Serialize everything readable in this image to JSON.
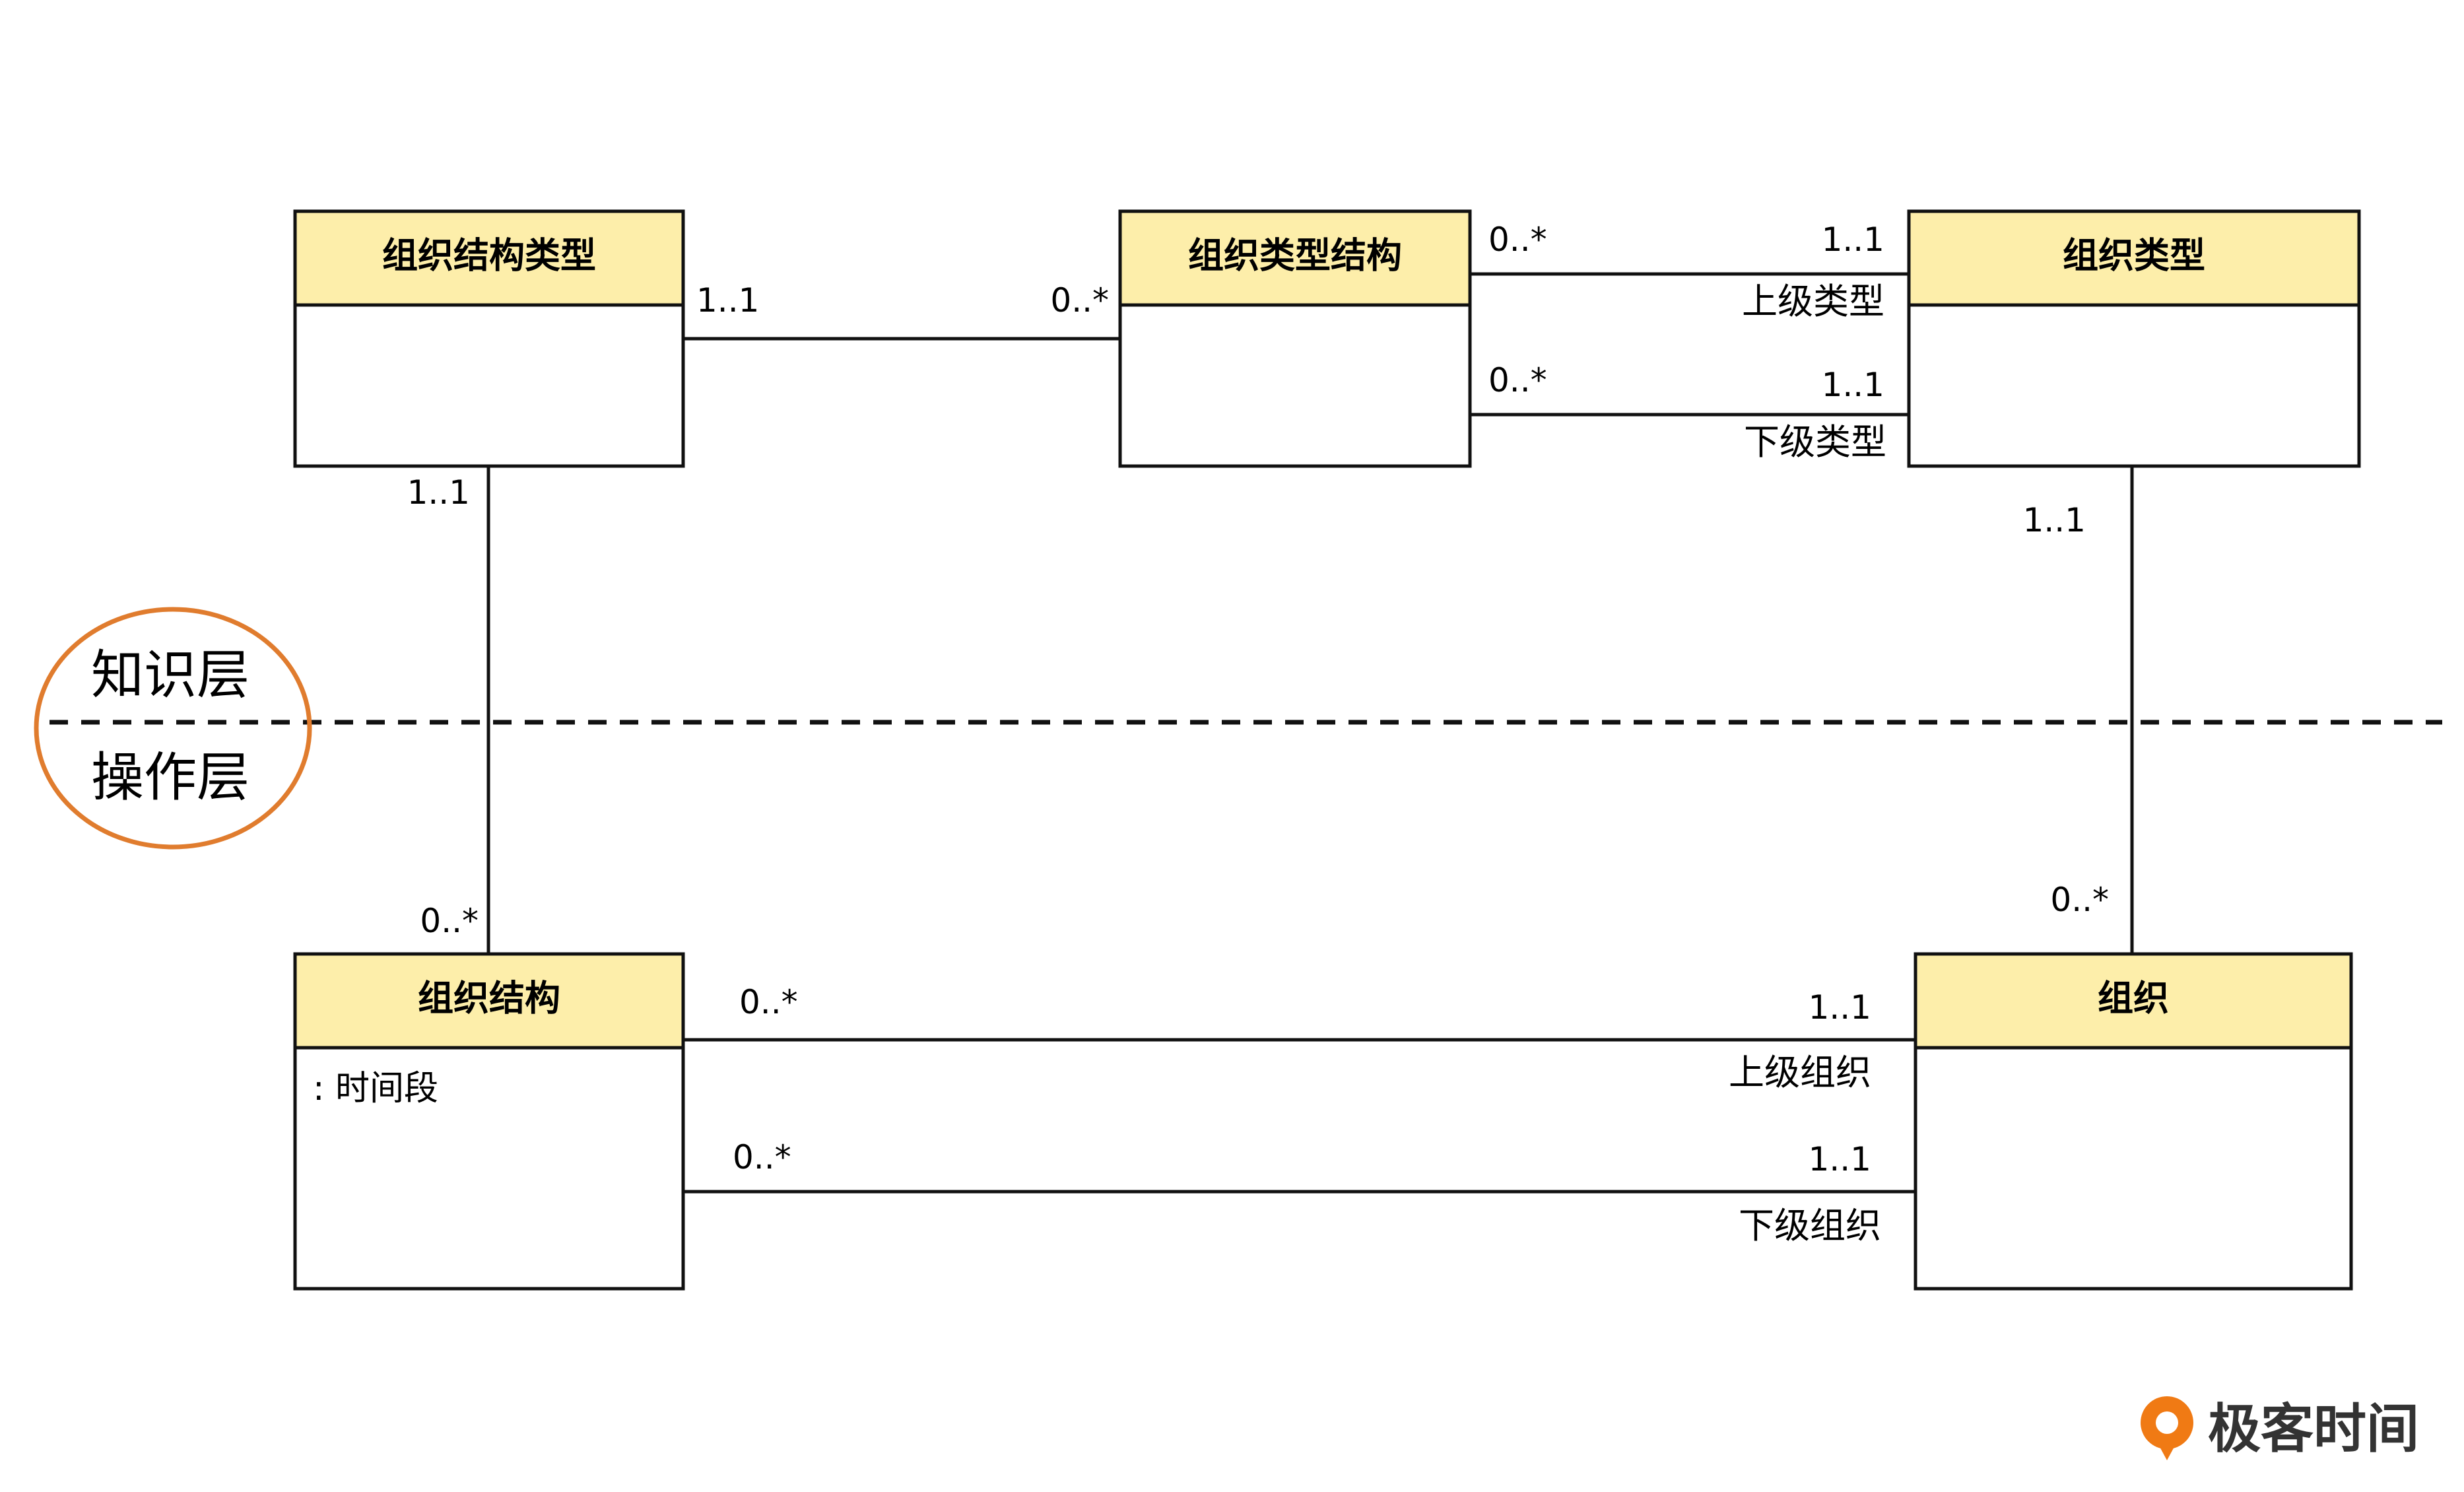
{
  "classes": {
    "org_structure_type": {
      "name": "组织结构类型"
    },
    "org_type_structure": {
      "name": "组织类型结构"
    },
    "org_type": {
      "name": "组织类型"
    },
    "org_structure": {
      "name": "组织结构",
      "attribute": ": 时间段"
    },
    "org": {
      "name": "组织"
    }
  },
  "associations": {
    "structtype_typestruct": {
      "left": "1..1",
      "right": "0..*"
    },
    "typestruct_orgtype_upper": {
      "left": "0..*",
      "right": "1..1",
      "role": "上级类型"
    },
    "typestruct_orgtype_lower": {
      "left": "0..*",
      "right": "1..1",
      "role": "下级类型"
    },
    "structtype_struct": {
      "top": "1..1",
      "bottom": "0..*"
    },
    "orgtype_org": {
      "top": "1..1",
      "bottom": "0..*"
    },
    "struct_org_upper": {
      "left": "0..*",
      "right": "1..1",
      "role": "上级组织"
    },
    "struct_org_lower": {
      "left": "0..*",
      "right": "1..1",
      "role": "下级组织"
    }
  },
  "layers": {
    "knowledge": "知识层",
    "operation": "操作层"
  },
  "brand": {
    "name": "极客时间"
  },
  "colors": {
    "class_header": "#fdeeaa",
    "layer_ring": "#e07c2e",
    "logo": "#f07a14"
  }
}
